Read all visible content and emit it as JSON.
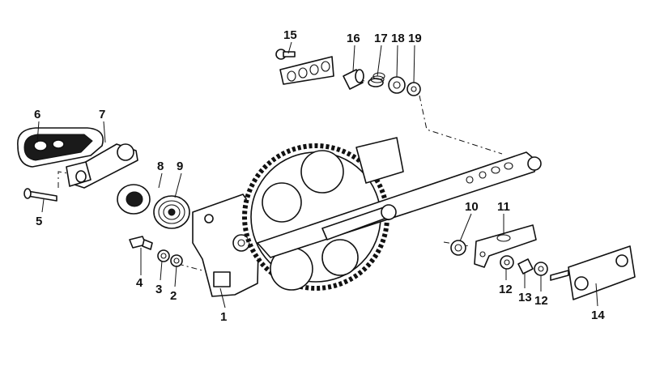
{
  "diagram": {
    "callouts": [
      {
        "id": "1",
        "label": "1"
      },
      {
        "id": "2",
        "label": "2"
      },
      {
        "id": "3",
        "label": "3"
      },
      {
        "id": "4",
        "label": "4"
      },
      {
        "id": "5",
        "label": "5"
      },
      {
        "id": "6",
        "label": "6"
      },
      {
        "id": "7",
        "label": "7"
      },
      {
        "id": "8",
        "label": "8"
      },
      {
        "id": "9",
        "label": "9"
      },
      {
        "id": "10",
        "label": "10"
      },
      {
        "id": "11",
        "label": "11"
      },
      {
        "id": "12a",
        "label": "12"
      },
      {
        "id": "12b",
        "label": "12"
      },
      {
        "id": "13",
        "label": "13"
      },
      {
        "id": "14",
        "label": "14"
      },
      {
        "id": "15",
        "label": "15"
      },
      {
        "id": "16",
        "label": "16"
      },
      {
        "id": "17",
        "label": "17"
      },
      {
        "id": "18",
        "label": "18"
      },
      {
        "id": "19",
        "label": "19"
      }
    ]
  }
}
